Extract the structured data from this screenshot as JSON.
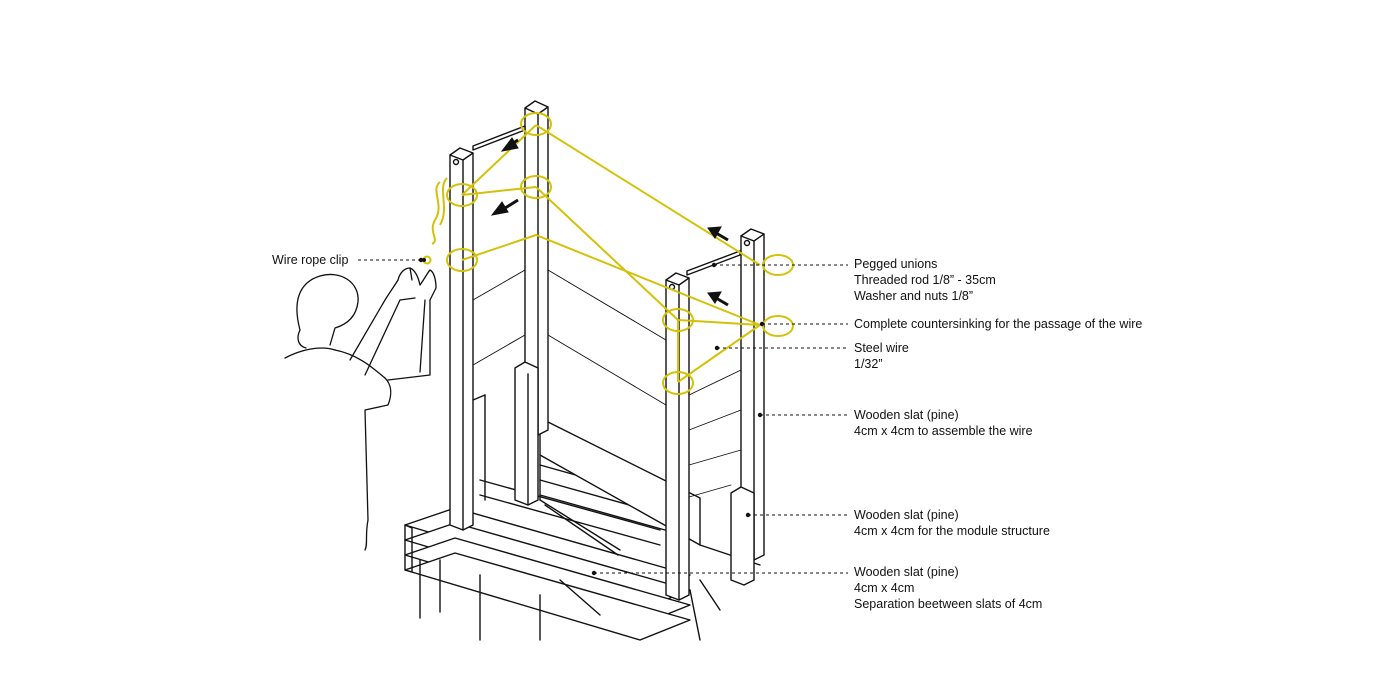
{
  "diagram": {
    "accent_color": "#d4c10a",
    "line_color": "#111111",
    "labels": {
      "wire_rope_clip": "Wire rope clip",
      "pegged_unions": [
        "Pegged unions",
        "Threaded rod 1/8” - 35cm",
        "Washer and nuts 1/8”"
      ],
      "countersinking": [
        "Complete countersinking for the passage of the wire"
      ],
      "steel_wire": [
        "Steel wire",
        "1/32”"
      ],
      "slat_wire": [
        "Wooden slat (pine)",
        "4cm x 4cm to assemble the wire"
      ],
      "slat_structure": [
        "Wooden slat (pine)",
        "4cm x 4cm for the module structure"
      ],
      "slat_separation": [
        "Wooden slat (pine)",
        "4cm x 4cm",
        "Separation beetween slats of 4cm"
      ]
    },
    "icons": [
      "person-figure",
      "direction-arrow-icon"
    ]
  }
}
